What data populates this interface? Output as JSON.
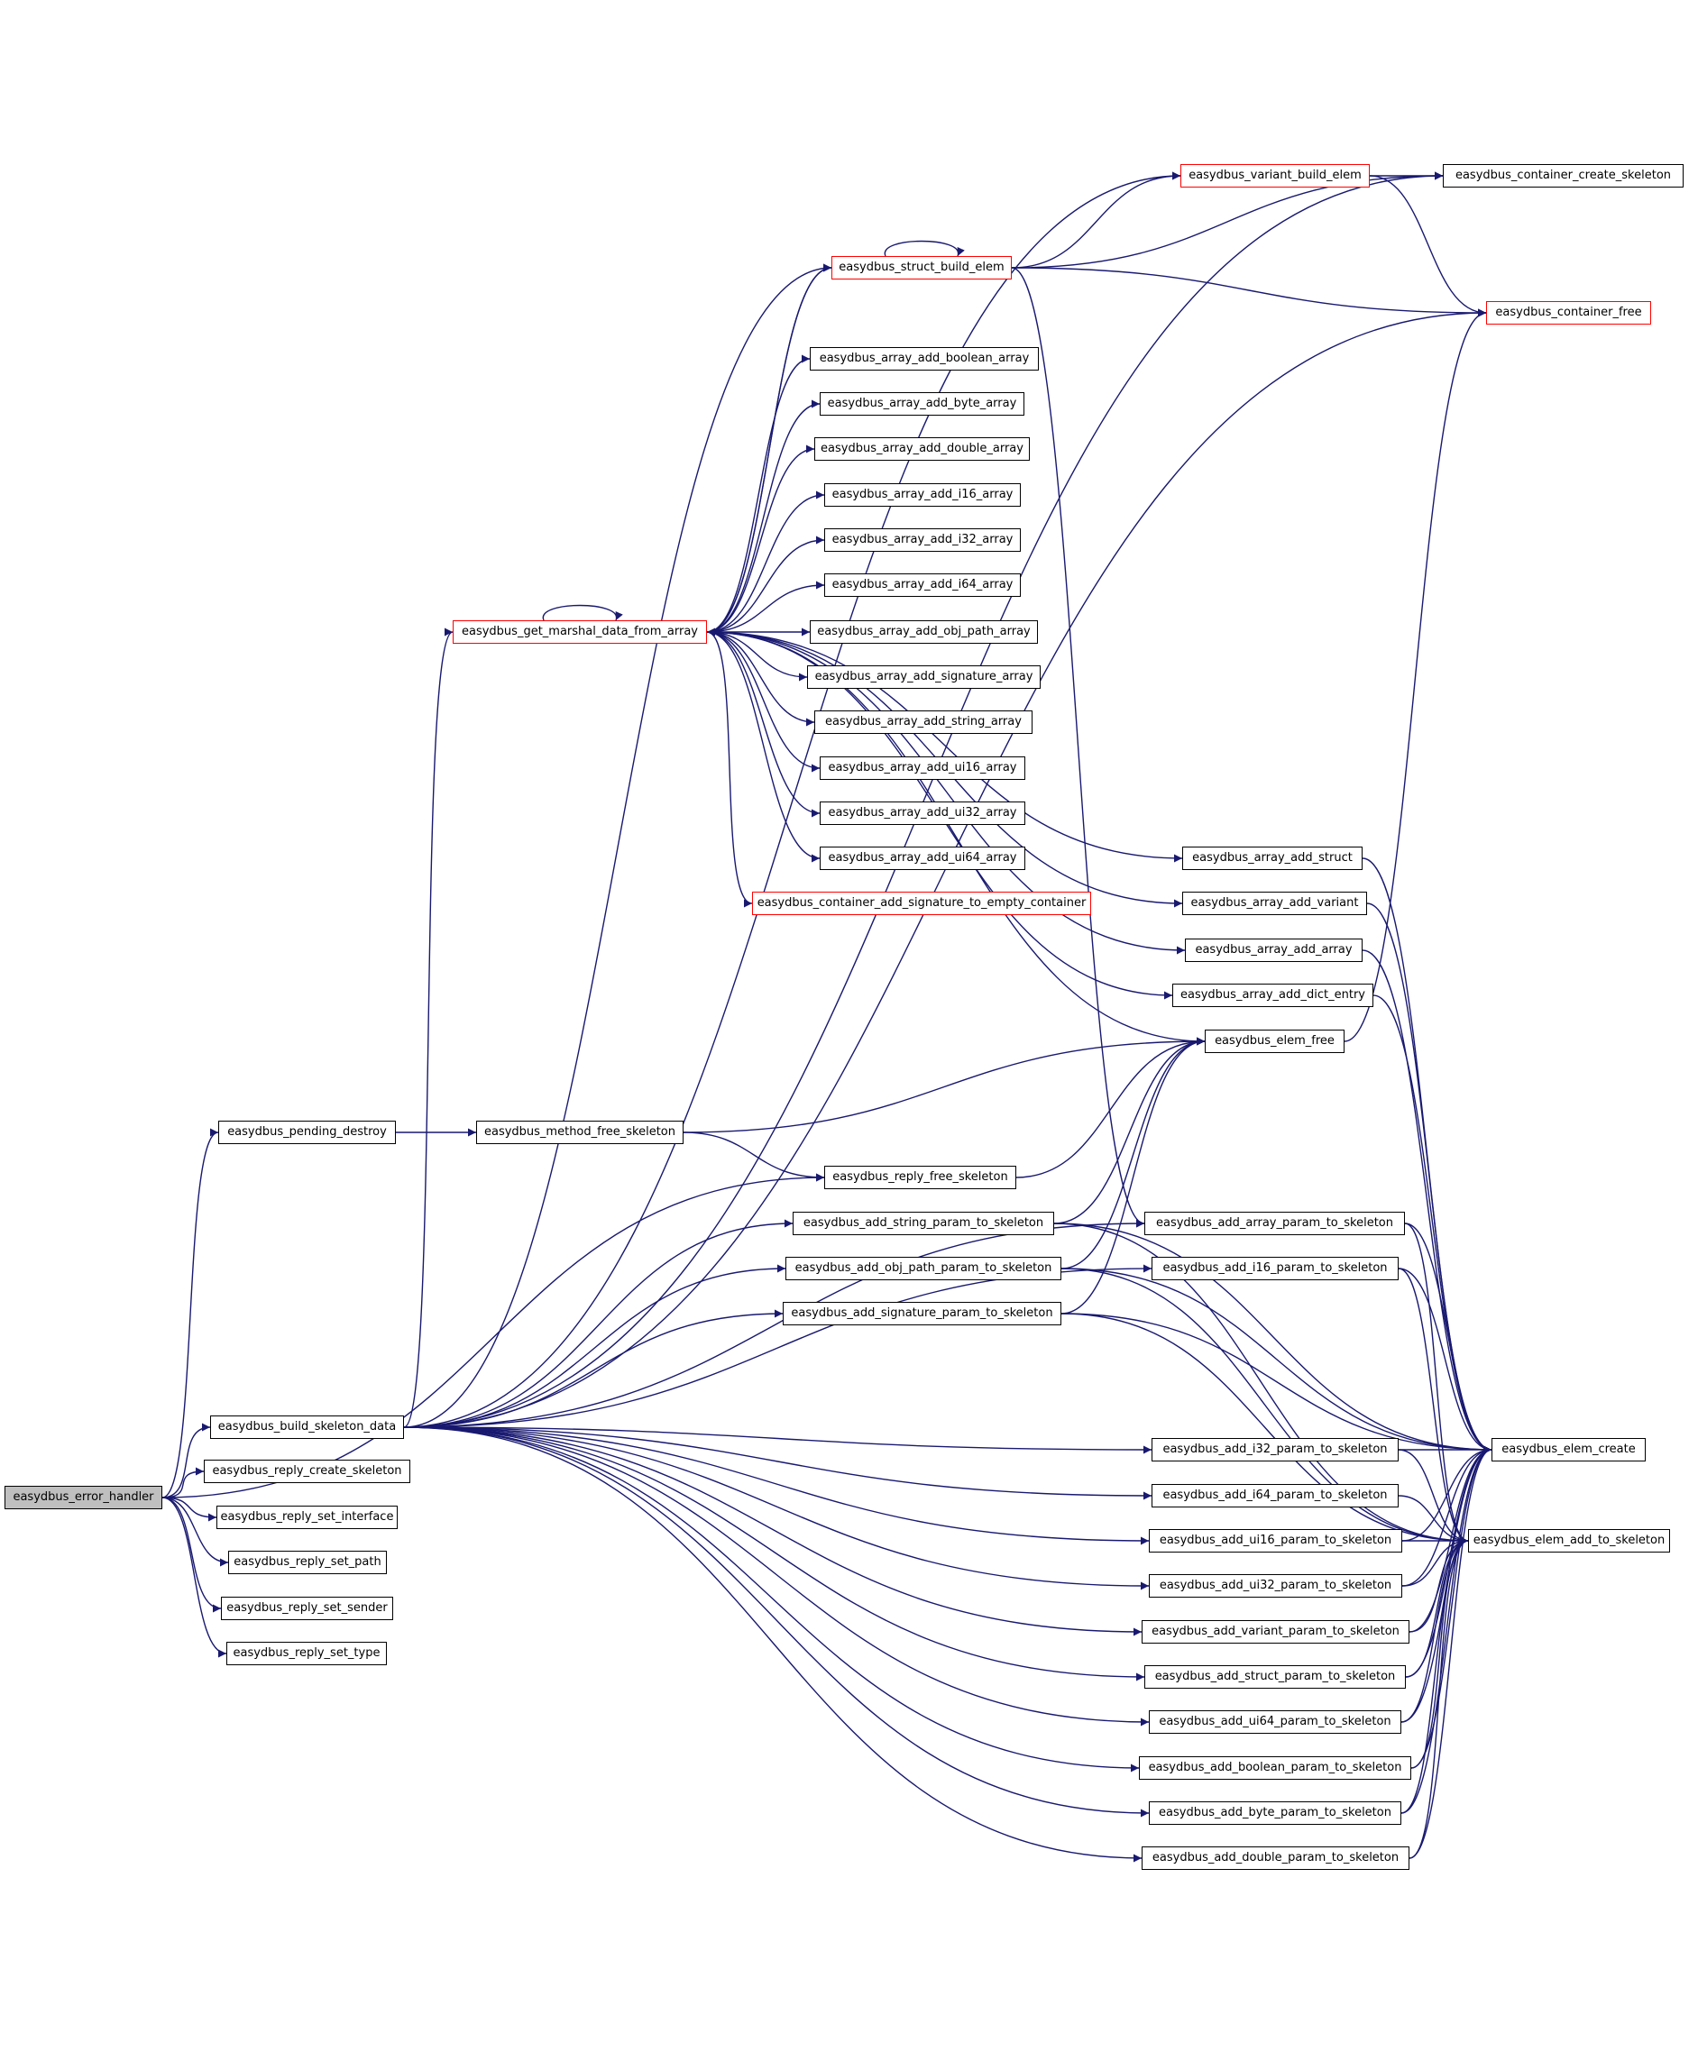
{
  "graph": {
    "colors": {
      "edge": "#191970",
      "node_border": "#000000",
      "truncated_border": "#ff0000",
      "focus_fill": "#bfbfbf",
      "node_fill": "#ffffff"
    },
    "nodes": [
      {
        "id": "error_handler",
        "label": "easydbus_error_handler",
        "focus": true
      },
      {
        "id": "pending_destroy",
        "label": "easydbus_pending_destroy"
      },
      {
        "id": "method_free_skeleton",
        "label": "easydbus_method_free_skeleton"
      },
      {
        "id": "reply_free_skeleton",
        "label": "easydbus_reply_free_skeleton"
      },
      {
        "id": "build_skeleton_data",
        "label": "easydbus_build_skeleton_data"
      },
      {
        "id": "reply_create_skeleton",
        "label": "easydbus_reply_create_skeleton"
      },
      {
        "id": "reply_set_interface",
        "label": "easydbus_reply_set_interface"
      },
      {
        "id": "reply_set_path",
        "label": "easydbus_reply_set_path"
      },
      {
        "id": "reply_set_sender",
        "label": "easydbus_reply_set_sender"
      },
      {
        "id": "reply_set_type",
        "label": "easydbus_reply_set_type"
      },
      {
        "id": "get_marshal",
        "label": "easydbus_get_marshal_data_from_array",
        "truncated": true
      },
      {
        "id": "variant_build_elem",
        "label": "easydbus_variant_build_elem",
        "truncated": true
      },
      {
        "id": "container_create_skeleton",
        "label": "easydbus_container_create_skeleton"
      },
      {
        "id": "struct_build_elem",
        "label": "easydbus_struct_build_elem",
        "truncated": true
      },
      {
        "id": "container_free",
        "label": "easydbus_container_free",
        "truncated": true
      },
      {
        "id": "array_add_boolean_array",
        "label": "easydbus_array_add_boolean_array"
      },
      {
        "id": "array_add_byte_array",
        "label": "easydbus_array_add_byte_array"
      },
      {
        "id": "array_add_double_array",
        "label": "easydbus_array_add_double_array"
      },
      {
        "id": "array_add_i16_array",
        "label": "easydbus_array_add_i16_array"
      },
      {
        "id": "array_add_i32_array",
        "label": "easydbus_array_add_i32_array"
      },
      {
        "id": "array_add_i64_array",
        "label": "easydbus_array_add_i64_array"
      },
      {
        "id": "array_add_obj_path_array",
        "label": "easydbus_array_add_obj_path_array"
      },
      {
        "id": "array_add_signature_array",
        "label": "easydbus_array_add_signature_array"
      },
      {
        "id": "array_add_string_array",
        "label": "easydbus_array_add_string_array"
      },
      {
        "id": "array_add_ui16_array",
        "label": "easydbus_array_add_ui16_array"
      },
      {
        "id": "array_add_ui32_array",
        "label": "easydbus_array_add_ui32_array"
      },
      {
        "id": "array_add_ui64_array",
        "label": "easydbus_array_add_ui64_array"
      },
      {
        "id": "container_add_signature",
        "label": "easydbus_container_add_signature_to_empty_container",
        "truncated": true
      },
      {
        "id": "array_add_struct",
        "label": "easydbus_array_add_struct"
      },
      {
        "id": "array_add_variant",
        "label": "easydbus_array_add_variant"
      },
      {
        "id": "array_add_array",
        "label": "easydbus_array_add_array"
      },
      {
        "id": "array_add_dict_entry",
        "label": "easydbus_array_add_dict_entry"
      },
      {
        "id": "elem_free",
        "label": "easydbus_elem_free"
      },
      {
        "id": "add_string_param",
        "label": "easydbus_add_string_param_to_skeleton"
      },
      {
        "id": "add_obj_path_param",
        "label": "easydbus_add_obj_path_param_to_skeleton"
      },
      {
        "id": "add_signature_param",
        "label": "easydbus_add_signature_param_to_skeleton"
      },
      {
        "id": "add_array_param",
        "label": "easydbus_add_array_param_to_skeleton"
      },
      {
        "id": "add_i16_param",
        "label": "easydbus_add_i16_param_to_skeleton"
      },
      {
        "id": "add_i32_param",
        "label": "easydbus_add_i32_param_to_skeleton"
      },
      {
        "id": "add_i64_param",
        "label": "easydbus_add_i64_param_to_skeleton"
      },
      {
        "id": "add_ui16_param",
        "label": "easydbus_add_ui16_param_to_skeleton"
      },
      {
        "id": "add_ui32_param",
        "label": "easydbus_add_ui32_param_to_skeleton"
      },
      {
        "id": "add_variant_param",
        "label": "easydbus_add_variant_param_to_skeleton"
      },
      {
        "id": "add_struct_param",
        "label": "easydbus_add_struct_param_to_skeleton"
      },
      {
        "id": "add_ui64_param",
        "label": "easydbus_add_ui64_param_to_skeleton"
      },
      {
        "id": "add_boolean_param",
        "label": "easydbus_add_boolean_param_to_skeleton"
      },
      {
        "id": "add_byte_param",
        "label": "easydbus_add_byte_param_to_skeleton"
      },
      {
        "id": "add_double_param",
        "label": "easydbus_add_double_param_to_skeleton"
      },
      {
        "id": "elem_create",
        "label": "easydbus_elem_create"
      },
      {
        "id": "elem_add_to_skeleton",
        "label": "easydbus_elem_add_to_skeleton"
      }
    ],
    "edges": [
      [
        "error_handler",
        "pending_destroy"
      ],
      [
        "error_handler",
        "reply_free_skeleton"
      ],
      [
        "error_handler",
        "build_skeleton_data"
      ],
      [
        "error_handler",
        "reply_create_skeleton"
      ],
      [
        "error_handler",
        "reply_set_interface"
      ],
      [
        "error_handler",
        "reply_set_path"
      ],
      [
        "error_handler",
        "reply_set_sender"
      ],
      [
        "error_handler",
        "reply_set_type"
      ],
      [
        "pending_destroy",
        "method_free_skeleton"
      ],
      [
        "method_free_skeleton",
        "reply_free_skeleton"
      ],
      [
        "method_free_skeleton",
        "elem_free"
      ],
      [
        "reply_free_skeleton",
        "elem_free"
      ],
      [
        "build_skeleton_data",
        "get_marshal"
      ],
      [
        "build_skeleton_data",
        "variant_build_elem"
      ],
      [
        "build_skeleton_data",
        "container_create_skeleton"
      ],
      [
        "build_skeleton_data",
        "struct_build_elem"
      ],
      [
        "build_skeleton_data",
        "container_free"
      ],
      [
        "build_skeleton_data",
        "add_string_param"
      ],
      [
        "build_skeleton_data",
        "add_obj_path_param"
      ],
      [
        "build_skeleton_data",
        "add_signature_param"
      ],
      [
        "build_skeleton_data",
        "add_array_param"
      ],
      [
        "build_skeleton_data",
        "add_i16_param"
      ],
      [
        "build_skeleton_data",
        "add_i32_param"
      ],
      [
        "build_skeleton_data",
        "add_i64_param"
      ],
      [
        "build_skeleton_data",
        "add_ui16_param"
      ],
      [
        "build_skeleton_data",
        "add_ui32_param"
      ],
      [
        "build_skeleton_data",
        "add_variant_param"
      ],
      [
        "build_skeleton_data",
        "add_struct_param"
      ],
      [
        "build_skeleton_data",
        "add_ui64_param"
      ],
      [
        "build_skeleton_data",
        "add_boolean_param"
      ],
      [
        "build_skeleton_data",
        "add_byte_param"
      ],
      [
        "build_skeleton_data",
        "add_double_param"
      ],
      [
        "get_marshal",
        "get_marshal"
      ],
      [
        "get_marshal",
        "struct_build_elem"
      ],
      [
        "get_marshal",
        "array_add_boolean_array"
      ],
      [
        "get_marshal",
        "array_add_byte_array"
      ],
      [
        "get_marshal",
        "array_add_double_array"
      ],
      [
        "get_marshal",
        "array_add_i16_array"
      ],
      [
        "get_marshal",
        "array_add_i32_array"
      ],
      [
        "get_marshal",
        "array_add_i64_array"
      ],
      [
        "get_marshal",
        "array_add_obj_path_array"
      ],
      [
        "get_marshal",
        "array_add_signature_array"
      ],
      [
        "get_marshal",
        "array_add_string_array"
      ],
      [
        "get_marshal",
        "array_add_ui16_array"
      ],
      [
        "get_marshal",
        "array_add_ui32_array"
      ],
      [
        "get_marshal",
        "array_add_ui64_array"
      ],
      [
        "get_marshal",
        "container_add_signature"
      ],
      [
        "get_marshal",
        "array_add_struct"
      ],
      [
        "get_marshal",
        "array_add_variant"
      ],
      [
        "get_marshal",
        "array_add_array"
      ],
      [
        "get_marshal",
        "array_add_dict_entry"
      ],
      [
        "get_marshal",
        "elem_free"
      ],
      [
        "struct_build_elem",
        "struct_build_elem"
      ],
      [
        "struct_build_elem",
        "get_marshal"
      ],
      [
        "struct_build_elem",
        "variant_build_elem"
      ],
      [
        "struct_build_elem",
        "container_create_skeleton"
      ],
      [
        "struct_build_elem",
        "container_free"
      ],
      [
        "struct_build_elem",
        "add_array_param"
      ],
      [
        "variant_build_elem",
        "container_create_skeleton"
      ],
      [
        "variant_build_elem",
        "container_free"
      ],
      [
        "array_add_struct",
        "elem_create"
      ],
      [
        "array_add_variant",
        "elem_create"
      ],
      [
        "array_add_array",
        "elem_create"
      ],
      [
        "array_add_dict_entry",
        "elem_create"
      ],
      [
        "elem_free",
        "container_free"
      ],
      [
        "add_string_param",
        "elem_free"
      ],
      [
        "add_string_param",
        "elem_create"
      ],
      [
        "add_string_param",
        "elem_add_to_skeleton"
      ],
      [
        "add_obj_path_param",
        "elem_free"
      ],
      [
        "add_obj_path_param",
        "elem_create"
      ],
      [
        "add_obj_path_param",
        "elem_add_to_skeleton"
      ],
      [
        "add_signature_param",
        "elem_free"
      ],
      [
        "add_signature_param",
        "elem_create"
      ],
      [
        "add_signature_param",
        "elem_add_to_skeleton"
      ],
      [
        "add_array_param",
        "elem_create"
      ],
      [
        "add_array_param",
        "elem_add_to_skeleton"
      ],
      [
        "add_i16_param",
        "elem_create"
      ],
      [
        "add_i16_param",
        "elem_add_to_skeleton"
      ],
      [
        "add_i32_param",
        "elem_create"
      ],
      [
        "add_i32_param",
        "elem_add_to_skeleton"
      ],
      [
        "add_i64_param",
        "elem_add_to_skeleton"
      ],
      [
        "add_ui16_param",
        "elem_create"
      ],
      [
        "add_ui16_param",
        "elem_add_to_skeleton"
      ],
      [
        "add_ui32_param",
        "elem_create"
      ],
      [
        "add_ui32_param",
        "elem_add_to_skeleton"
      ],
      [
        "add_variant_param",
        "elem_create"
      ],
      [
        "add_variant_param",
        "elem_add_to_skeleton"
      ],
      [
        "add_struct_param",
        "elem_create"
      ],
      [
        "add_struct_param",
        "elem_add_to_skeleton"
      ],
      [
        "add_ui64_param",
        "elem_create"
      ],
      [
        "add_ui64_param",
        "elem_add_to_skeleton"
      ],
      [
        "add_boolean_param",
        "elem_create"
      ],
      [
        "add_boolean_param",
        "elem_add_to_skeleton"
      ],
      [
        "add_byte_param",
        "elem_create"
      ],
      [
        "add_byte_param",
        "elem_add_to_skeleton"
      ],
      [
        "add_double_param",
        "elem_create"
      ],
      [
        "add_double_param",
        "elem_add_to_skeleton"
      ]
    ]
  }
}
